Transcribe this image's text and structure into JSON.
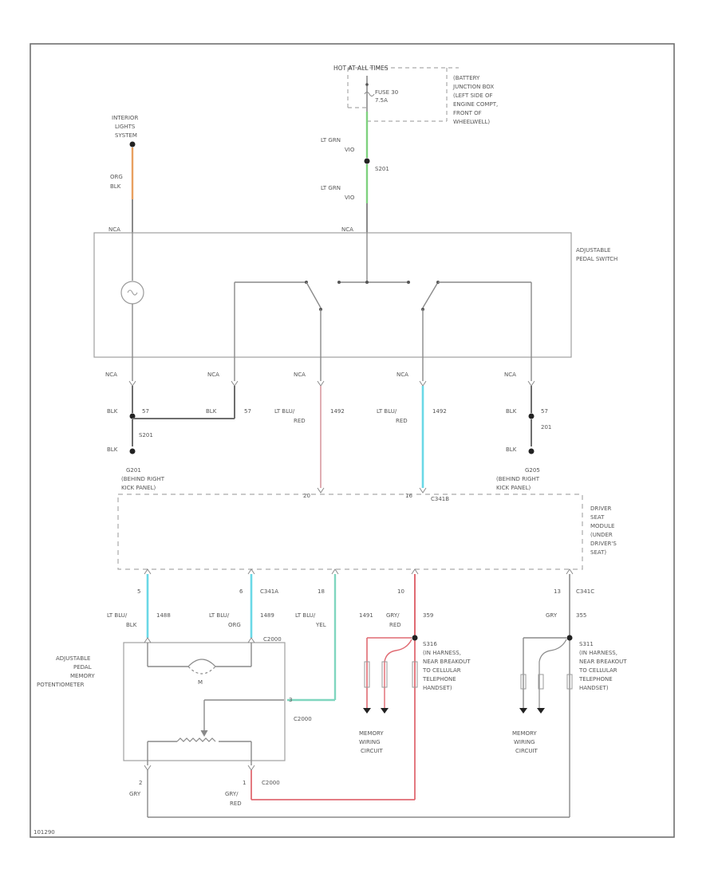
{
  "colors": {
    "frame": "#707070",
    "wire": "#8a8a8a",
    "wire_dark": "#6e6e6e",
    "orange": "#e8a060",
    "green": "#7fd17f",
    "cyan": "#6ad8e6",
    "pink": "#d89aa0",
    "red": "#e06a72",
    "dashed": "#aaaaaa",
    "text": "#555555"
  },
  "labels": {
    "hot_at_all_times": "HOT AT ALL TIMES",
    "fuse_1": "FUSE 30",
    "fuse_2": "7.5A",
    "bjb_1": "(BATTERY",
    "bjb_2": "JUNCTION BOX",
    "bjb_3": "(LEFT SIDE OF",
    "bjb_4": "ENGINE COMPT,",
    "bjb_5": "FRONT OF",
    "bjb_6": "WHEELWELL)",
    "ils_1": "INTERIOR",
    "ils_2": "LIGHTS",
    "ils_3": "SYSTEM",
    "org_1": "ORG",
    "org_2": "BLK",
    "ltgrn_a1": "LT GRN",
    "ltgrn_a2": "VIO",
    "s201": "S201",
    "ltgrn_b1": "LT GRN",
    "ltgrn_b2": "VIO",
    "nca_a": "NCA",
    "nca_b": "NCA",
    "aps_1": "ADJUSTABLE",
    "aps_2": "PEDAL SWITCH",
    "nca_1": "NCA",
    "nca_2": "NCA",
    "nca_3": "NCA",
    "nca_4": "NCA",
    "nca_5": "NCA",
    "blk_1": "BLK",
    "w57_1": "57",
    "blk_2": "BLK",
    "w57_2": "57",
    "ltblu_a1": "LT BLU/",
    "ltblu_a2": "RED",
    "c1492a": "1492",
    "ltblu_b1": "LT BLU/",
    "ltblu_b2": "RED",
    "c1492b": "1492",
    "blk_3": "BLK",
    "w57_3": "57",
    "s201b": "S201",
    "s201c": "201",
    "blk_4": "BLK",
    "blk_5": "BLK",
    "g201_1": "G201",
    "g201_2": "(BEHIND RIGHT",
    "g201_3": "KICK PANEL)",
    "g205_1": "G205",
    "g205_2": "(BEHIND RIGHT",
    "g205_3": "KICK PANEL)",
    "pin_a": "20",
    "pin_b": "16",
    "c341b": "C341B",
    "dsm_1": "DRIVER",
    "dsm_2": "SEAT",
    "dsm_3": "MODULE",
    "dsm_4": "(UNDER",
    "dsm_5": "DRIVER'S",
    "dsm_6": "SEAT)",
    "p5": "5",
    "p6": "6",
    "c341a": "C341A",
    "p18": "18",
    "p10": "10",
    "p13": "13",
    "c341c": "C341C",
    "ltblu_c1": "LT BLU/",
    "ltblu_c2": "BLK",
    "c1488": "1488",
    "ltblu_d1": "LT BLU/",
    "ltblu_d2": "ORG",
    "c1489": "1489",
    "ltblu_e1": "LT BLU/",
    "ltblu_e2": "YEL",
    "c1491": "1491",
    "gry_a1": "GRY/",
    "gry_a2": "RED",
    "c359": "359",
    "gry_b": "GRY",
    "c355": "355",
    "apm_1": "ADJUSTABLE",
    "apm_2": "PEDAL",
    "apm_3": "MEMORY",
    "apm_4": "POTENTIOMETER",
    "c2000a": "C2000",
    "m_label": "M",
    "c2000b": "C2000",
    "p3": "3",
    "s316_1": "S316",
    "s316_2": "(IN HARNESS,",
    "s316_3": "NEAR BREAKOUT",
    "s316_4": "TO CELLULAR",
    "s316_5": "TELEPHONE",
    "s316_6": "HANDSET)",
    "s311_1": "S311",
    "s311_2": "(IN HARNESS,",
    "s311_3": "NEAR BREAKOUT",
    "s311_4": "TO CELLULAR",
    "s311_5": "TELEPHONE",
    "s311_6": "HANDSET)",
    "mem_a1": "MEMORY",
    "mem_a2": "WIRING",
    "mem_a3": "CIRCUIT",
    "mem_b1": "MEMORY",
    "mem_b2": "WIRING",
    "mem_b3": "CIRCUIT",
    "p2": "2",
    "p1": "1",
    "c2000c": "C2000",
    "gry_c": "GRY",
    "gry_d1": "GRY/",
    "gry_d2": "RED",
    "ref": "101290"
  }
}
